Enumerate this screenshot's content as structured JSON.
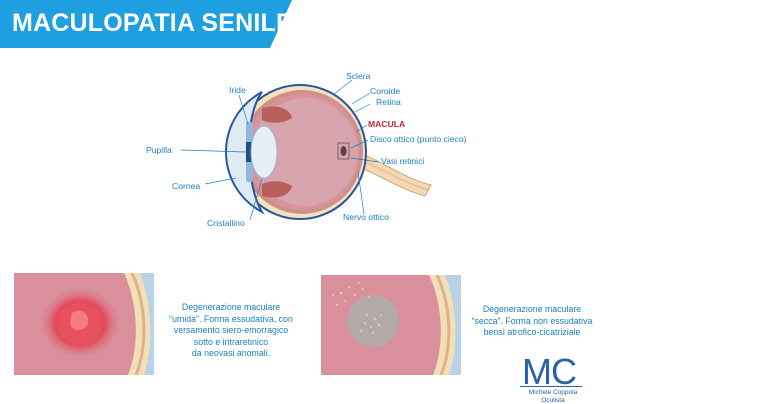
{
  "header": {
    "title": "MACULOPATIA SENILE",
    "color": "#1e9fe0"
  },
  "eye_labels": {
    "sclera": "Sclera",
    "iride": "Iride",
    "coroide": "Coroide",
    "retina": "Retina",
    "macula": "MACULA",
    "disco_ottico": "Disco ottico (punto cieco)",
    "pupilla": "Pupilla",
    "vasi_retinici": "Vasi retinici",
    "cornea": "Cornea",
    "nervo_ottico": "Nervo ottico",
    "cristallino": "Cristallino"
  },
  "panels": {
    "wet": {
      "line1": "Degenerazione maculare",
      "line2": "“umida”. Forma essudativa, con",
      "line3": "versamento siero-emorragico",
      "line4": "sotto e intraretinico",
      "line5": "da neovasi anomali."
    },
    "dry": {
      "line1": "Degenerazione maculare",
      "line2": "“secca”. Forma non essudativa",
      "line3": "bensì atrofico-cicatriziale"
    }
  },
  "logo": {
    "initials": "MC",
    "name": "Michele Coppola",
    "title": "Oculista"
  },
  "colors": {
    "label_blue": "#1a7fc1",
    "macula_red": "#d0262d",
    "retina_pink": "#d9929c",
    "sclera_cream": "#f3e3bd"
  }
}
